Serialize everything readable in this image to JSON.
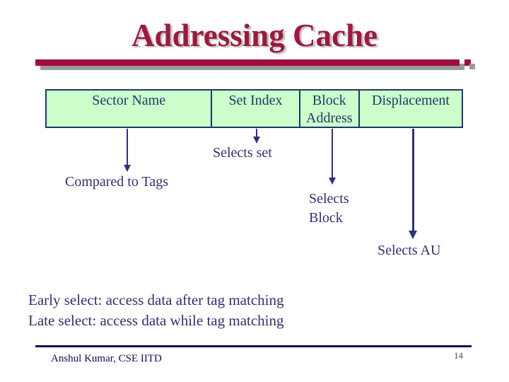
{
  "title": "Addressing Cache",
  "table": {
    "columns": [
      "Sector Name",
      "Set Index",
      "Block Address",
      "Displacement"
    ]
  },
  "labels": {
    "selects_set": "Selects set",
    "compared_to_tags": "Compared to Tags",
    "selects_block": "Selects Block",
    "selects_au": "Selects AU"
  },
  "connections": [
    {
      "from": "Sector Name",
      "action": "Compared to Tags"
    },
    {
      "from": "Set Index",
      "action": "Selects set"
    },
    {
      "from": "Block Address",
      "action": "Selects Block"
    },
    {
      "from": "Displacement",
      "action": "Selects AU"
    }
  ],
  "notes": [
    "Early select: access data after tag matching",
    "Late select: access data while tag matching"
  ],
  "footer": {
    "author": "Anshul Kumar, CSE IITD",
    "page_number": "14"
  },
  "colors": {
    "title": "#9C1A40",
    "bar": "#A00D3C",
    "bar_shadow": "#9A9A9A",
    "table_bg": "#CCFFCC",
    "table_border": "#1F3864",
    "table_text": "#1F3864",
    "arrow": "#31317B",
    "text": "#31316B",
    "footer": "#0F0F4F"
  }
}
